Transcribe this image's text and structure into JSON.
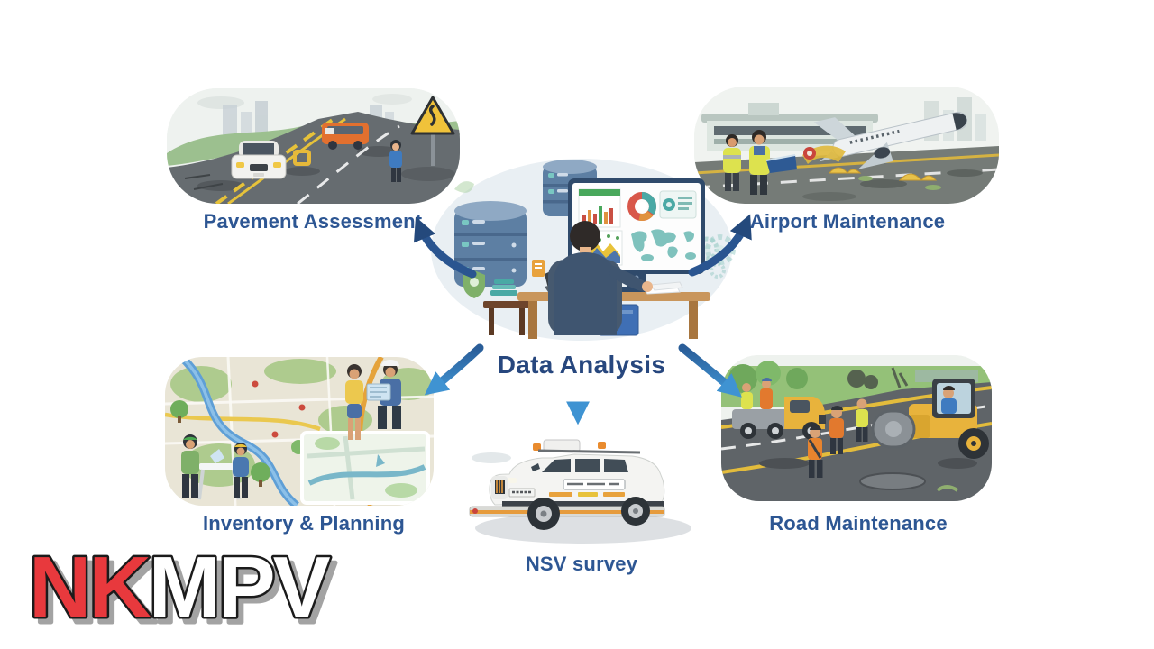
{
  "diagram": {
    "center": {
      "label": "Data Analysis"
    },
    "nodes": [
      {
        "id": "pavement",
        "label": "Pavement Assessment"
      },
      {
        "id": "airport",
        "label": "Airport Maintenance"
      },
      {
        "id": "inventory",
        "label": "Inventory & Planning"
      },
      {
        "id": "nsv",
        "label": "NSV survey"
      },
      {
        "id": "road",
        "label": "Road Maintenance"
      }
    ]
  },
  "logo": {
    "part1": "NK",
    "part2": "MPV",
    "part1_color": "#e8393d",
    "part2_color": "#ffffff",
    "outline_color": "#1b1b1b",
    "shadow_color": "#a3a3a3"
  },
  "colors": {
    "node_label": "#2d5693",
    "center_label": "#27477e",
    "arrow_dark": "#27507f",
    "arrow_light": "#3f93d2",
    "background": "#ffffff"
  }
}
